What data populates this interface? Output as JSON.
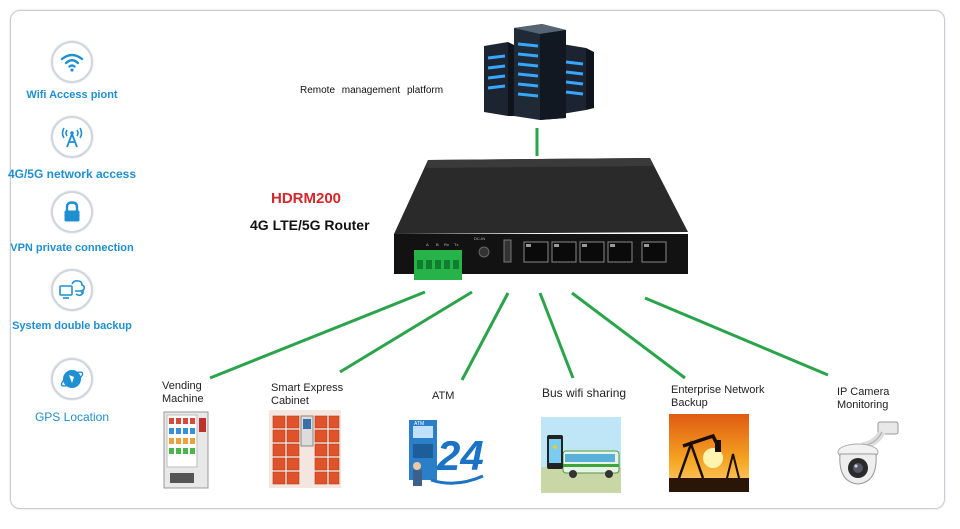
{
  "features": [
    {
      "label": "Wifi Access piont",
      "icon": "wifi-icon"
    },
    {
      "label": "4G/5G network access",
      "icon": "antenna-tower-icon"
    },
    {
      "label": "VPN private connection",
      "icon": "lock-icon"
    },
    {
      "label": "System double backup",
      "icon": "backup-cloud-icon"
    },
    {
      "label": "GPS Location",
      "icon": "gps-satellite-icon"
    }
  ],
  "platform": {
    "label": "Remote   management  platform"
  },
  "router": {
    "model": "HDRM200",
    "type": "4G LTE/5G Router"
  },
  "applications": [
    {
      "label_line1": "Vending",
      "label_line2": "Machine"
    },
    {
      "label_line1": "Smart Express",
      "label_line2": "Cabinet"
    },
    {
      "label_line1": "ATM",
      "label_line2": ""
    },
    {
      "label_line1": "Bus wifi sharing",
      "label_line2": ""
    },
    {
      "label_line1": "Enterprise Network",
      "label_line2": "Backup"
    },
    {
      "label_line1": "IP Camera",
      "label_line2": "Monitoring"
    }
  ],
  "colors": {
    "link_line": "#2aa44a",
    "feature_text": "#1f8fd1",
    "model_text": "#d6262b"
  }
}
